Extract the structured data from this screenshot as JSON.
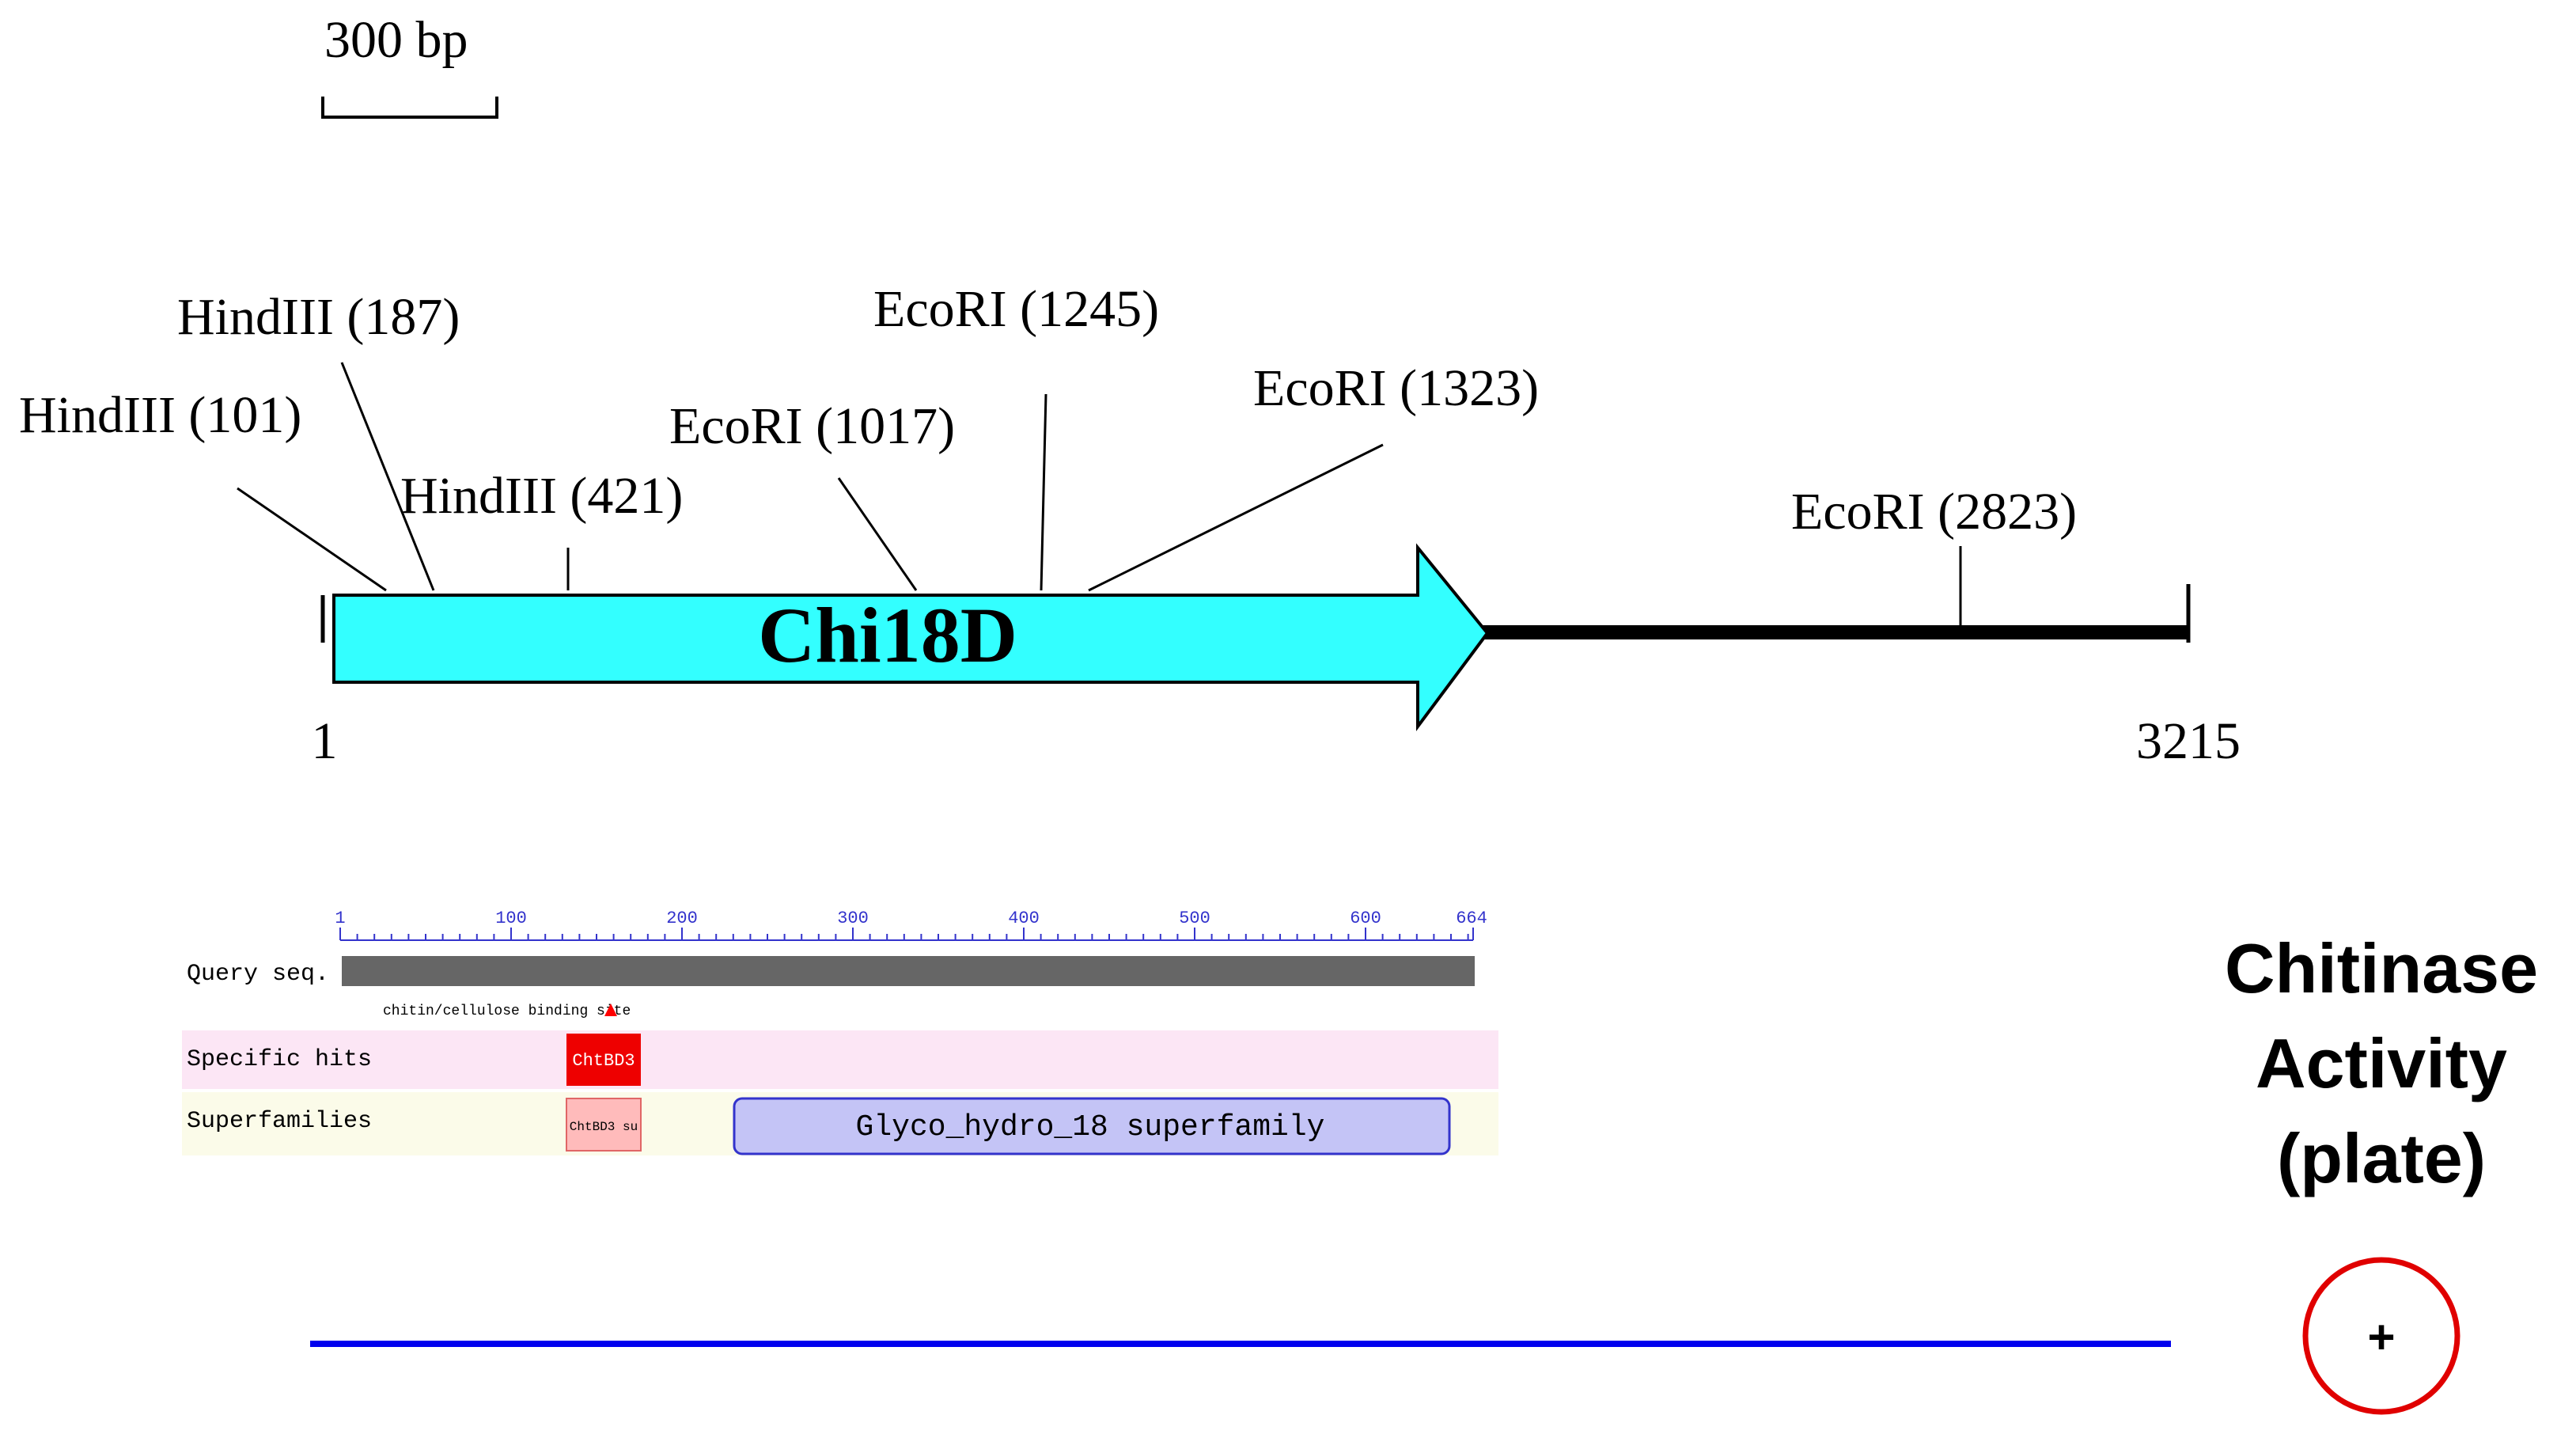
{
  "scale_bar": {
    "label": "300 bp"
  },
  "gene": {
    "name": "Chi18D",
    "start_label": "1",
    "end_label": "3215",
    "length_bp": 3215,
    "arrow_color": "#33ffff"
  },
  "restriction_sites": [
    {
      "label": "HindIII (101)"
    },
    {
      "label": "HindIII (187)"
    },
    {
      "label": "HindIII (421)"
    },
    {
      "label": "EcoRI (1017)"
    },
    {
      "label": "EcoRI (1245)"
    },
    {
      "label": "EcoRI (1323)"
    },
    {
      "label": "EcoRI (2823)"
    }
  ],
  "domain_panel": {
    "ruler_ticks": [
      "1",
      "100",
      "200",
      "300",
      "400",
      "500",
      "600",
      "664"
    ],
    "query_label": "Query seq.",
    "binding_site_label": "chitin/cellulose binding site",
    "specific_hits_label": "Specific hits",
    "specific_hit_name": "ChtBD3",
    "superfamilies_label": "Superfamilies",
    "superfamily_small_name": "ChtBD3 su",
    "superfamily_main_name": "Glyco_hydro_18 superfamily"
  },
  "activity": {
    "title_line1": "Chitinase",
    "title_line2": "Activity",
    "title_line3": "(plate)",
    "result": "+",
    "circle_color": "#e00000",
    "line_color": "#0000ee"
  }
}
